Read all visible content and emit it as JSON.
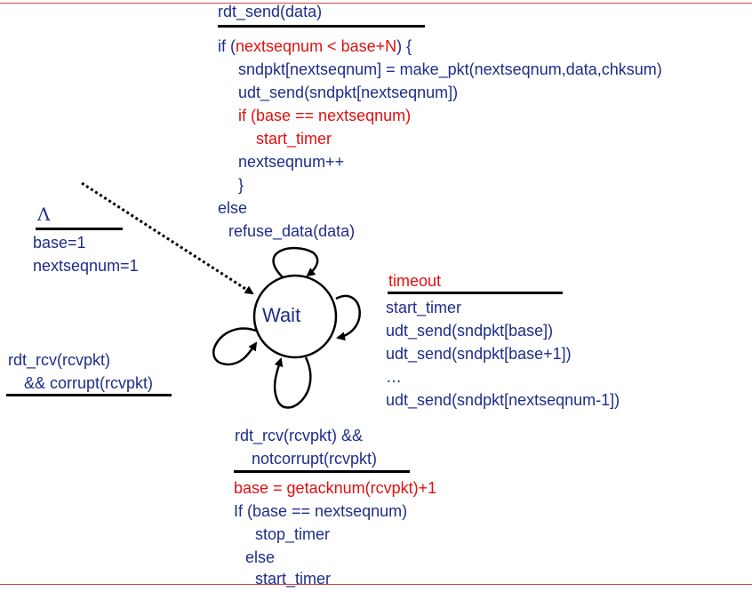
{
  "colors": {
    "text": "#1f2d8a",
    "highlight": "#e01010",
    "line": "#000000",
    "rule": "#d04848"
  },
  "state": {
    "name": "Wait"
  },
  "init": {
    "event": "Λ",
    "actions": [
      "base=1",
      "nextseqnum=1"
    ]
  },
  "send": {
    "event": "rdt_send(data)",
    "lines": [
      {
        "pre": "if (",
        "hl": "nextseqnum < base+N",
        "post": ") {"
      },
      "sndpkt[nextseqnum] = make_pkt(nextseqnum,data,chksum)",
      "udt_send(sndpkt[nextseqnum])",
      "if (base == nextseqnum)",
      "start_timer",
      "nextseqnum++",
      "}",
      "else",
      "refuse_data(data)"
    ]
  },
  "timeout": {
    "event": "timeout",
    "actions": [
      "start_timer",
      "udt_send(sndpkt[base])",
      "udt_send(sndpkt[base+1])",
      "…",
      "udt_send(sndpkt[nextseqnum-1])"
    ]
  },
  "corrupt": {
    "event": [
      "rdt_rcv(rcvpkt)",
      "&& corrupt(rcvpkt)"
    ]
  },
  "ack": {
    "event": [
      "rdt_rcv(rcvpkt) &&",
      "notcorrupt(rcvpkt)"
    ],
    "actions": [
      "base = getacknum(rcvpkt)+1",
      "If (base == nextseqnum)",
      "stop_timer",
      "else",
      "start_timer"
    ]
  }
}
